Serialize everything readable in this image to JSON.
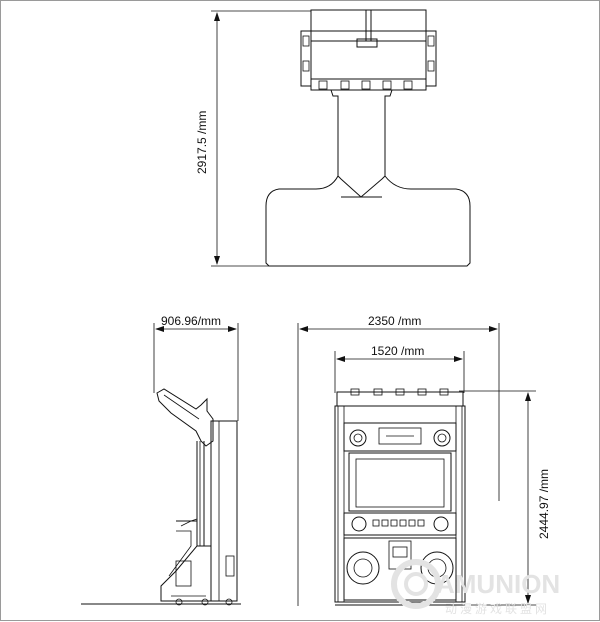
{
  "dimensions": {
    "top_height": "2917.5 /mm",
    "side_depth": "906.96/mm",
    "front_outer_width": "2350 /mm",
    "front_inner_width": "1520 /mm",
    "front_height": "2444.97 /mm"
  },
  "watermark": {
    "brand": "AMUNION",
    "subtitle": "动漫游戏联盟网"
  },
  "colors": {
    "line": "#111111",
    "watermark": "#e3e3e3",
    "border": "#9a9a9a"
  }
}
